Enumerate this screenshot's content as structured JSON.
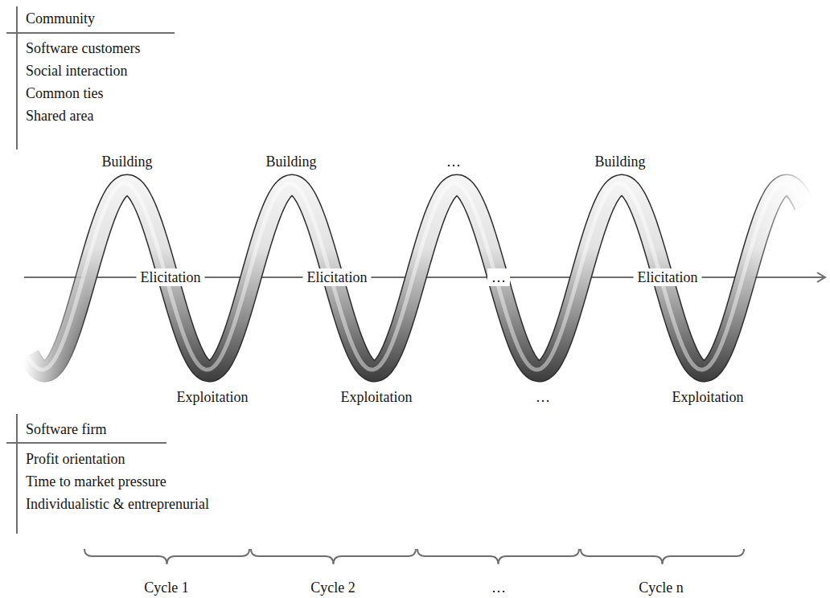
{
  "diagram": {
    "labels": [
      "Community",
      "Software customers",
      "Social interaction",
      "Common ties",
      "Shared area",
      "Building",
      "Building",
      "…",
      "Building",
      "Elicitation",
      "Elicitation",
      "…",
      "Elicitation",
      "Exploitation",
      "Exploitation",
      "…",
      "Exploitation",
      "Software firm",
      "Profit orientation",
      "Time to market pressure",
      "Individualistic & entreprenurial",
      "Cycle 1",
      "Cycle 2",
      "…",
      "Cycle n"
    ]
  }
}
